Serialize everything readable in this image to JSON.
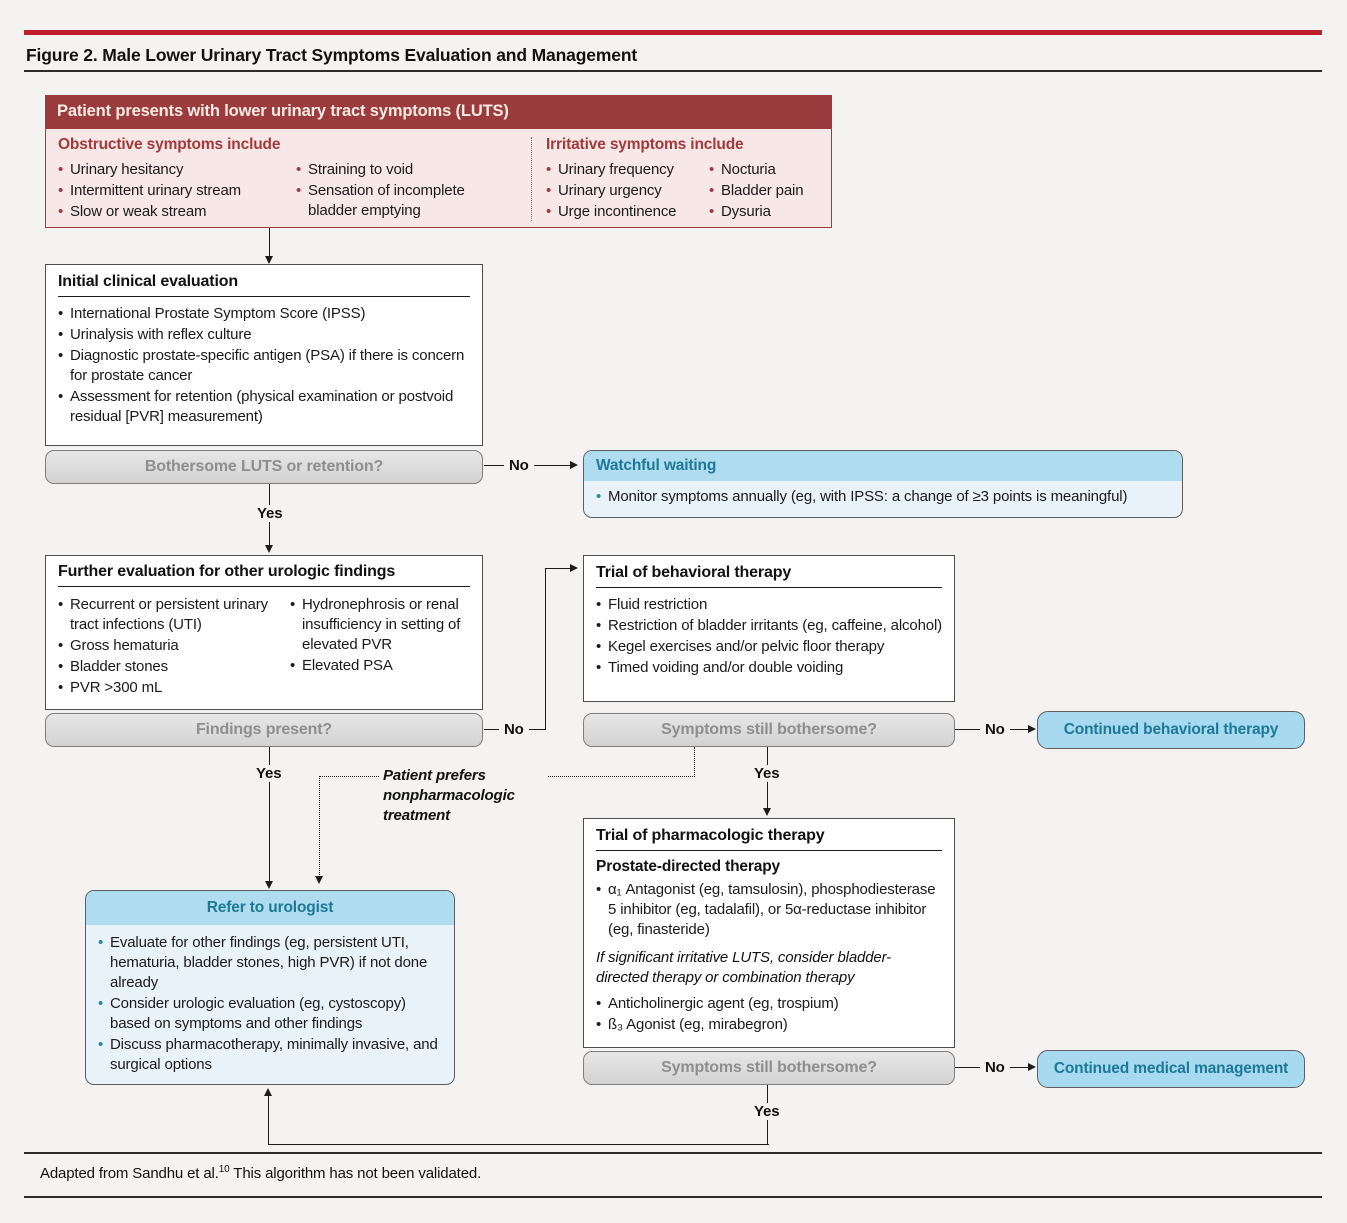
{
  "page": {
    "title": "Figure 2. Male Lower Urinary Tract Symptoms Evaluation and Management",
    "footer": {
      "prefix": "Adapted from Sandhu et al.",
      "superscript": "10",
      "suffix": " This algorithm has not been validated."
    }
  },
  "colors": {
    "accent_red": "#BF1E2E",
    "header_red": "#9C3B3D",
    "pink": "#F8E7E7",
    "dark_red_text": "#A13A3C",
    "blue_header": "#B0DCEF",
    "blue_body": "#EAF2F9",
    "pill_blue": "#A7D9F0",
    "teal_text": "#1D7995",
    "gray_bar_text": "#8E8E8E",
    "background": "#F4F3F1"
  },
  "flowchart": {
    "presentation": {
      "header": "Patient presents with lower urinary tract symptoms (LUTS)",
      "obstructive": {
        "title": "Obstructive symptoms include",
        "col1": [
          "Urinary hesitancy",
          "Intermittent urinary stream",
          "Slow or weak stream"
        ],
        "col2": [
          "Straining to void",
          "Sensation of incomplete bladder emptying"
        ]
      },
      "irritative": {
        "title": "Irritative symptoms include",
        "col1": [
          "Urinary frequency",
          "Urinary urgency",
          "Urge incontinence"
        ],
        "col2": [
          "Nocturia",
          "Bladder pain",
          "Dysuria"
        ]
      }
    },
    "initial_eval": {
      "title": "Initial clinical evaluation",
      "bullets": [
        "International Prostate Symptom Score (IPSS)",
        "Urinalysis with reflex culture",
        "Diagnostic prostate-specific antigen (PSA) if there is concern for prostate cancer",
        "Assessment for retention (physical examination or postvoid residual [PVR] measurement)"
      ]
    },
    "q_bothersome": "Bothersome LUTS or retention?",
    "watchful": {
      "title": "Watchful waiting",
      "bullets": [
        "Monitor symptoms annually (eg, with IPSS: a change of ≥3 points is meaningful)"
      ]
    },
    "further_eval": {
      "title": "Further evaluation for other urologic findings",
      "col1": [
        "Recurrent or persistent urinary tract infections (UTI)",
        "Gross hematuria",
        "Bladder stones",
        "PVR >300 mL"
      ],
      "col2": [
        "Hydronephrosis or renal insufficiency in setting of elevated PVR",
        "Elevated PSA"
      ]
    },
    "q_findings": "Findings present?",
    "behavioral": {
      "title": "Trial of behavioral therapy",
      "bullets": [
        "Fluid restriction",
        "Restriction of bladder irritants (eg, caffeine, alcohol)",
        "Kegel exercises and/or pelvic floor therapy",
        "Timed voiding and/or double voiding"
      ]
    },
    "q_symptoms1": "Symptoms still bothersome?",
    "continued_behavioral": "Continued behavioral therapy",
    "pharma": {
      "title": "Trial of pharmacologic therapy",
      "subtitle": "Prostate-directed therapy",
      "prostate_bullets": [
        "α₁ Antagonist (eg, tamsulosin), phosphodiesterase 5 inhibitor (eg, tadalafil), or 5α-reductase inhibitor (eg, finasteride)"
      ],
      "note": "If significant irritative LUTS, consider bladder-directed therapy or combination therapy",
      "bladder_bullets": [
        "Anticholinergic agent (eg, trospium)",
        "ß₃ Agonist (eg, mirabegron)"
      ]
    },
    "refer": {
      "title": "Refer to urologist",
      "bullets": [
        "Evaluate for other findings (eg, persistent UTI, hematuria, bladder stones, high PVR) if not done already",
        "Consider urologic evaluation (eg, cystoscopy) based on symptoms and other findings",
        "Discuss pharmacotherapy, minimally invasive, and surgical options"
      ]
    },
    "q_symptoms2": "Symptoms still bothersome?",
    "continued_medical": "Continued medical management",
    "labels": {
      "yes": "Yes",
      "no": "No",
      "patient_prefers": "Patient prefers nonpharmacologic treatment"
    }
  }
}
